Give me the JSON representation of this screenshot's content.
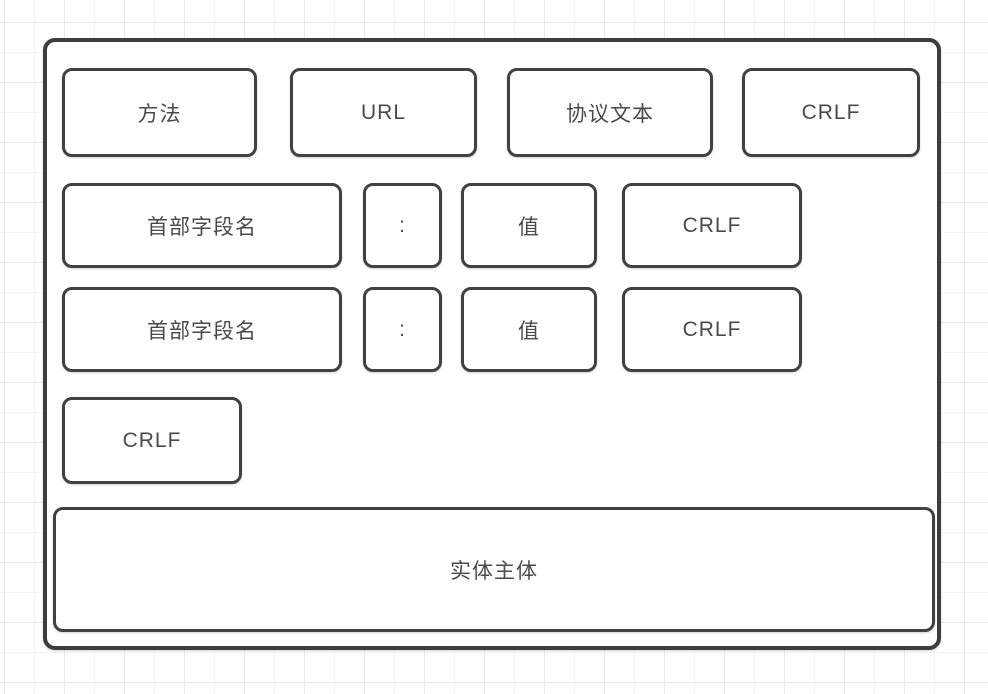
{
  "diagram": {
    "colors": {
      "shape_border": "#414141",
      "outer_border": "#3d3d3d",
      "text": "#4a4a4a",
      "grid_line": "#eaeaea",
      "background": "#ffffff"
    },
    "rows": [
      {
        "cells": [
          {
            "label": "方法"
          },
          {
            "label": "URL"
          },
          {
            "label": "协议文本"
          },
          {
            "label": "CRLF"
          }
        ]
      },
      {
        "cells": [
          {
            "label": "首部字段名"
          },
          {
            "label": ":"
          },
          {
            "label": "值"
          },
          {
            "label": "CRLF"
          }
        ]
      },
      {
        "cells": [
          {
            "label": "首部字段名"
          },
          {
            "label": ":"
          },
          {
            "label": "值"
          },
          {
            "label": "CRLF"
          }
        ]
      },
      {
        "cells": [
          {
            "label": "CRLF"
          }
        ]
      },
      {
        "cells": [
          {
            "label": "实体主体"
          }
        ]
      }
    ]
  }
}
